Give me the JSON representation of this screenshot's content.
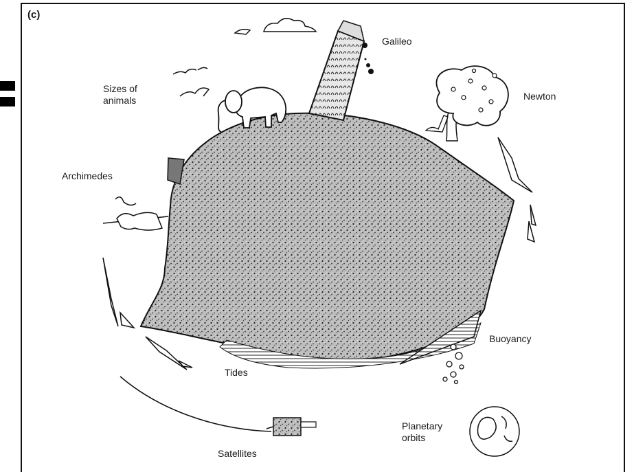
{
  "panel_label": "(c)",
  "labels": {
    "galileo": "Galileo",
    "sizes_of_animals": "Sizes of\nanimals",
    "newton": "Newton",
    "archimedes": "Archimedes",
    "buoyancy": "Buoyancy",
    "tides": "Tides",
    "satellites": "Satellites",
    "planetary_orbits": "Planetary\norbits"
  },
  "icons": [
    "earth-globe-icon",
    "leaning-tower-icon",
    "elephant-icon",
    "apple-tree-icon",
    "lever-icon",
    "satellite-icon",
    "planetary-orbit-icon",
    "bird-icon",
    "cloud-icon",
    "ocean-wave-icon",
    "air-bubbles-icon",
    "falling-balls-icon",
    "wedge-icon"
  ],
  "colors": {
    "ink": "#111111",
    "paper": "#ffffff",
    "stipple": "#555555"
  }
}
